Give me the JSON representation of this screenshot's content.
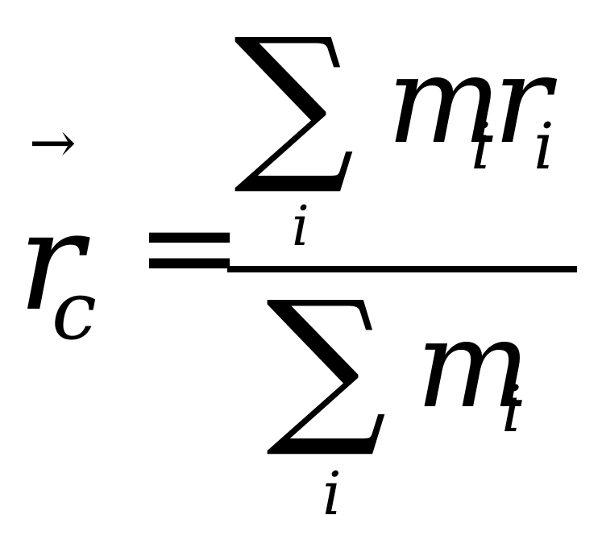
{
  "equation": {
    "vector_arrow": "→",
    "lhs_symbol": "r",
    "lhs_subscript": "c",
    "equals": "=",
    "numerator": {
      "sum_symbol": "∑",
      "sum_index": "i",
      "term1": "m",
      "term1_sub": "i",
      "term2": "r",
      "term2_sub": "i"
    },
    "denominator": {
      "sum_symbol": "∑",
      "sum_index": "i",
      "term": "m",
      "term_sub": "i"
    }
  }
}
